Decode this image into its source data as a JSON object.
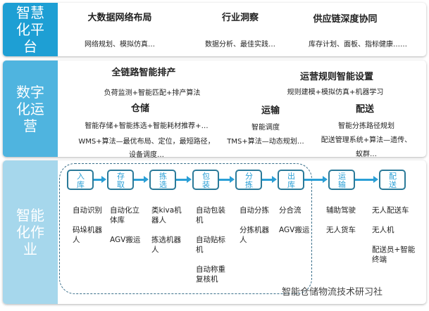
{
  "bands": [
    {
      "label": "智慧化平台",
      "color": "#1e9fd4",
      "items": [
        {
          "title": "大数据网络布局",
          "desc": "网络规划、模拟仿真…"
        },
        {
          "title": "行业洞察",
          "desc": "数据分析、最佳实践…"
        },
        {
          "title": "供应链深度协同",
          "desc": "库存计划、面板、指标健康……"
        }
      ]
    },
    {
      "label": "数字化运营",
      "color": "#4fb4df",
      "full_chain": {
        "title": "全链路智能排产",
        "desc": "负荷监测+智能匹配+排产算法"
      },
      "rules": {
        "title": "运营规则智能设置",
        "desc": "规则建模+模拟仿真+机器学习"
      },
      "warehouse": {
        "title": "仓储",
        "desc1": "智能存储+智能拣选+智能耗材推荐+…",
        "desc2": "WMS+算法—最优布局、定位，最短路径，",
        "desc3": "设备调度…"
      },
      "transport": {
        "title": "运输",
        "desc1": "智能调度",
        "desc2": "TMS+算法—动态规划…"
      },
      "delivery": {
        "title": "配送",
        "desc1": "智能分拣路径规划",
        "desc2": "配送管理系统+算法—遗传、",
        "desc3": "蚁群…"
      }
    },
    {
      "label": "智能化作业",
      "color": "#a6d7ec",
      "steps": [
        {
          "name": "入库",
          "items": [
            "自动识别",
            "码垛机器人"
          ]
        },
        {
          "name": "存取",
          "items": [
            "自动化立体库",
            "AGV搬运"
          ]
        },
        {
          "name": "拣选",
          "items": [
            "类kiva机器人",
            "拣选机器人"
          ]
        },
        {
          "name": "包装",
          "items": [
            "自动包装机",
            "自动贴标机",
            "自动称重复核机"
          ]
        },
        {
          "name": "分拣",
          "items": [
            "自动分拣",
            "分拣机器人"
          ]
        },
        {
          "name": "出库",
          "items": [
            "分合流",
            "AGV搬运"
          ]
        },
        {
          "name": "运输",
          "items": [
            "辅助驾驶",
            "无人货车"
          ]
        },
        {
          "name": "配送",
          "items": [
            "无人配送车",
            "无人机",
            "配送员+智能终端"
          ]
        }
      ]
    }
  ],
  "watermark": "智能仓储物流技术研习社"
}
